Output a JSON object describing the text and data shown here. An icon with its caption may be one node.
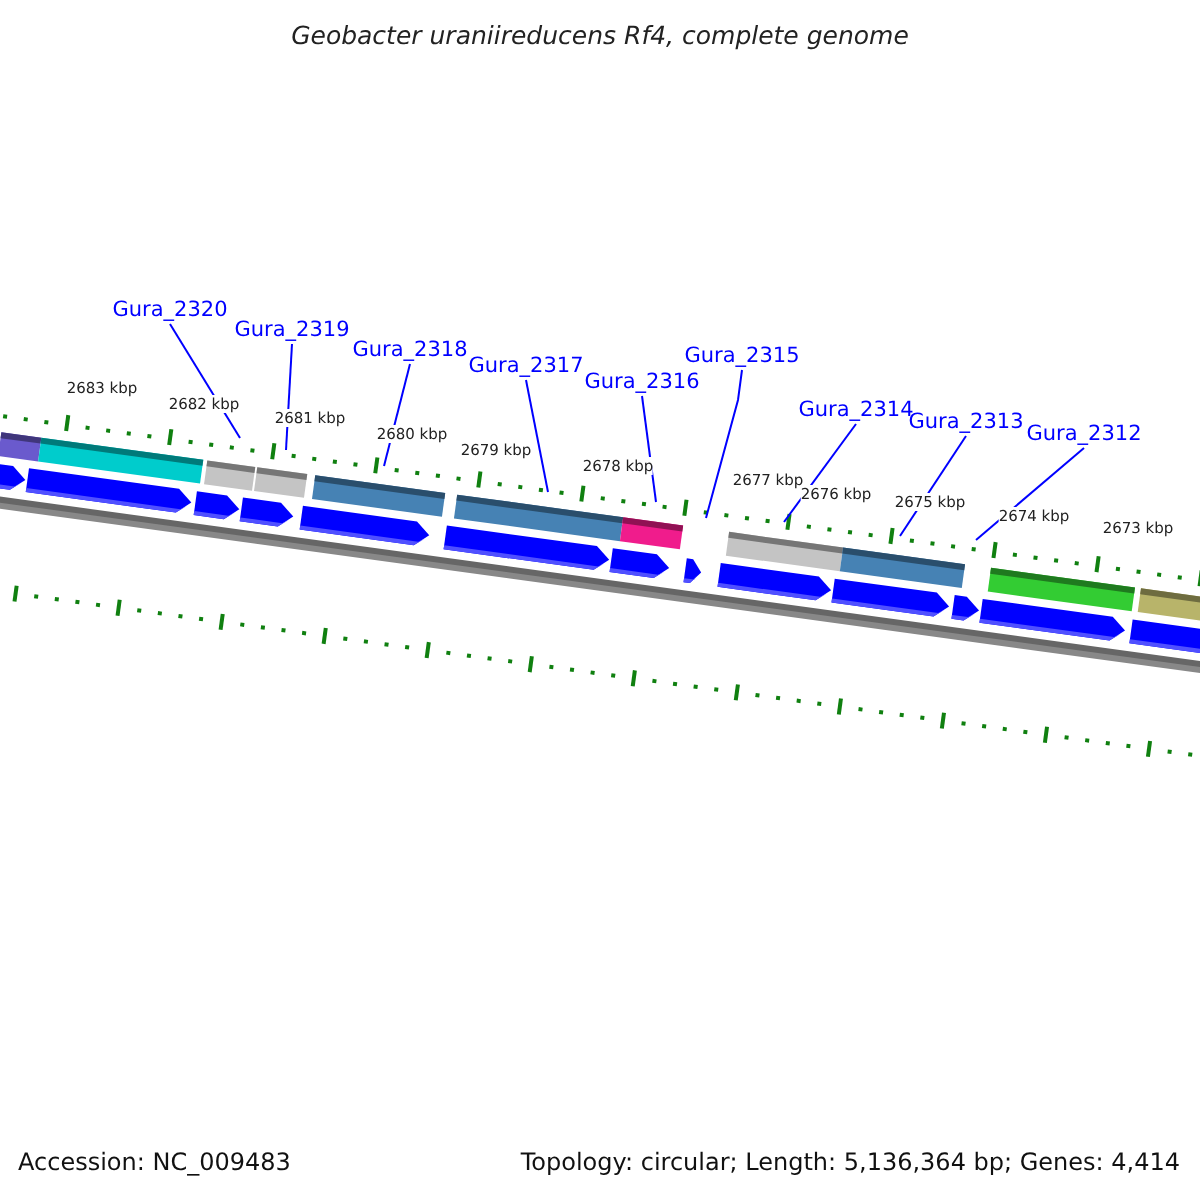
{
  "diagram": {
    "title": "Geobacter uraniireducens Rf4, complete genome",
    "nodes": [
      {
        "text": [
          "Gura_2320"
        ]
      },
      {
        "text": [
          "Gura_2319"
        ]
      },
      {
        "text": [
          "Gura_2318"
        ]
      },
      {
        "text": [
          "Gura_2317"
        ]
      },
      {
        "text": [
          "Gura_2316"
        ]
      },
      {
        "text": [
          "Gura_2315"
        ]
      },
      {
        "text": [
          "Gura_2314"
        ]
      },
      {
        "text": [
          "Gura_2313"
        ]
      },
      {
        "text": [
          "Gura_2312"
        ]
      }
    ],
    "edges": [
      {
        "from": 0,
        "to": null,
        "arrow": "none"
      },
      {
        "from": 1,
        "to": null,
        "arrow": "none"
      },
      {
        "from": 2,
        "to": null,
        "arrow": "none"
      },
      {
        "from": 3,
        "to": null,
        "arrow": "none"
      },
      {
        "from": 4,
        "to": null,
        "arrow": "none"
      },
      {
        "from": 5,
        "to": null,
        "arrow": "none"
      },
      {
        "from": 6,
        "to": null,
        "arrow": "none"
      },
      {
        "from": 7,
        "to": null,
        "arrow": "none"
      },
      {
        "from": 8,
        "to": null,
        "arrow": "none"
      }
    ],
    "labels": [
      "2683 kbp",
      "2682 kbp",
      "2681 kbp",
      "2680 kbp",
      "2679 kbp",
      "2678 kbp",
      "2677 kbp",
      "2676 kbp",
      "2675 kbp",
      "2674 kbp",
      "2673 kbp",
      "Accession: NC_009483",
      "Topology: circular; Length: 5,136,364 bp; Genes: 4,414"
    ]
  }
}
